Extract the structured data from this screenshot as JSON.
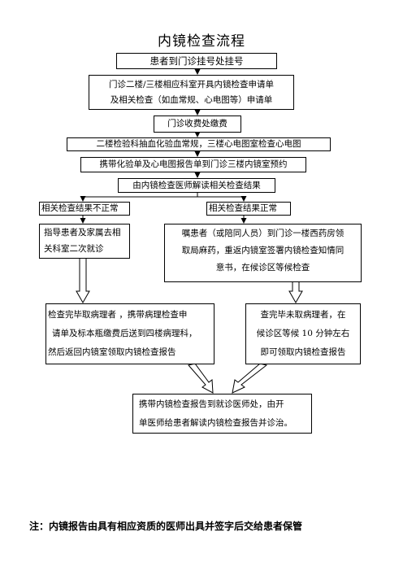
{
  "title": "内镜检查流程",
  "steps": {
    "s1": "患者到门诊挂号处挂号",
    "s2_line1": "门诊二楼/三楼相应科室开具内镜检查申请单",
    "s2_line2": "及相关检查（如血常规、心电图等）申请单",
    "s3": "门诊收费处缴费",
    "s4": "二楼检验科抽血化验血常规，三楼心电图室检查心电图",
    "s5": "携带化验单及心电图报告单到门诊三楼内镜室预约",
    "s6": "由内镜检查医师解读相关检查结果",
    "abnormal": "相关检查结果不正常",
    "normal": "相关检查结果正常",
    "abnormal_action_line1": "指导患者及家属去相",
    "abnormal_action_line2": "关科室二次就诊",
    "normal_action_line1": "嘱患者（或陪同人员）到门诊一楼西药房领",
    "normal_action_line2": "取局麻药，重返内镜室签署内镜检查知情同",
    "normal_action_line3": "意书，在候诊区等候检查",
    "pathology_line1": "检查完毕取病理者 ，携带病理检查申",
    "pathology_line2": "请单及标本瓶缴费后送到四楼病理科，",
    "pathology_line3": "然后返回内镜室领取内镜检查报告",
    "no_pathology_line1": "查完毕未取病理者，在",
    "no_pathology_line2": "候诊区等候 10 分钟左右",
    "no_pathology_line3": "即可领取内镜检查报告",
    "final_line1": "携带内镜检查报告到就诊医师处，由开",
    "final_line2": "单医师给患者解读内镜检查报告并诊治。"
  },
  "note": "注：内镜报告由具有相应资质的医师出具并签字后交给患者保管"
}
